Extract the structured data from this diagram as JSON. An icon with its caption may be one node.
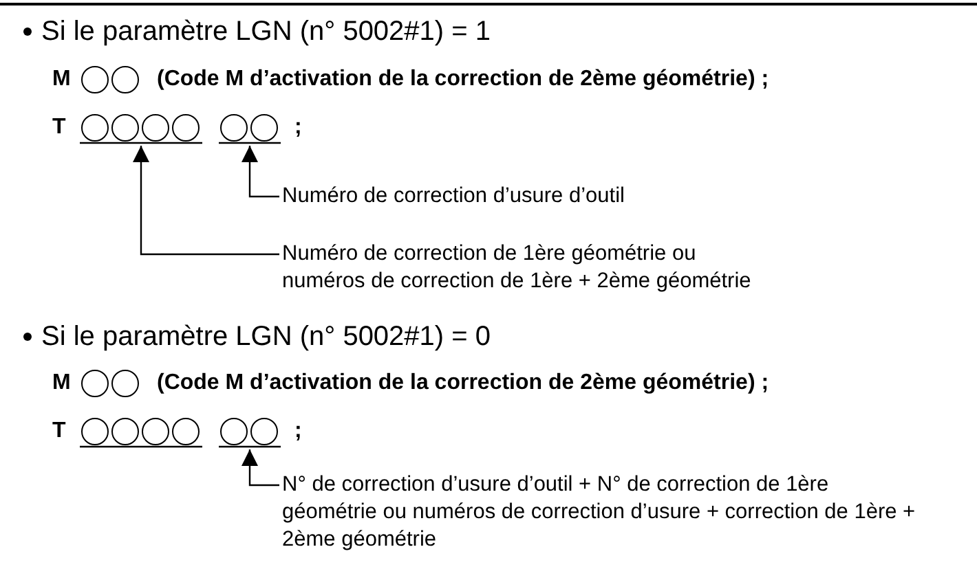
{
  "diagram": {
    "nodes": [
      {
        "text": [],
        "shape": "circle"
      },
      {
        "text": [],
        "shape": "circle"
      },
      {
        "text": [],
        "shape": "circle"
      },
      {
        "text": [
          "Numéro de correction d’usure d’outil"
        ]
      },
      {
        "text": [
          "Numéro de correction de 1ère géométrie ou numéros de correction de 1ère + 2ème géométrie"
        ]
      },
      {
        "text": [],
        "shape": "circle"
      },
      {
        "text": [],
        "shape": "circle"
      },
      {
        "text": [],
        "shape": "circle"
      },
      {
        "text": [
          "N° de correction d’usure d’outil + N° de correction de 1ère géométrie ou numéros de correction d’usure + correction de 1ère + 2ème géométrie"
        ]
      }
    ],
    "edges": [
      {
        "from": 3,
        "to": 2,
        "arrow": "to"
      },
      {
        "from": 4,
        "to": 1,
        "arrow": "to"
      },
      {
        "from": 8,
        "to": 7,
        "arrow": "to"
      }
    ],
    "labels": [
      "Si le paramètre LGN (n° 5002#1) = 1",
      "M",
      "(Code M d’activation de la correction de 2ème géométrie) ;",
      "T",
      ";",
      "Si le paramètre LGN (n° 5002#1) = 0",
      "M",
      "(Code M d’activation de la correction de 2ème géométrie) ;",
      "T",
      ";"
    ]
  }
}
